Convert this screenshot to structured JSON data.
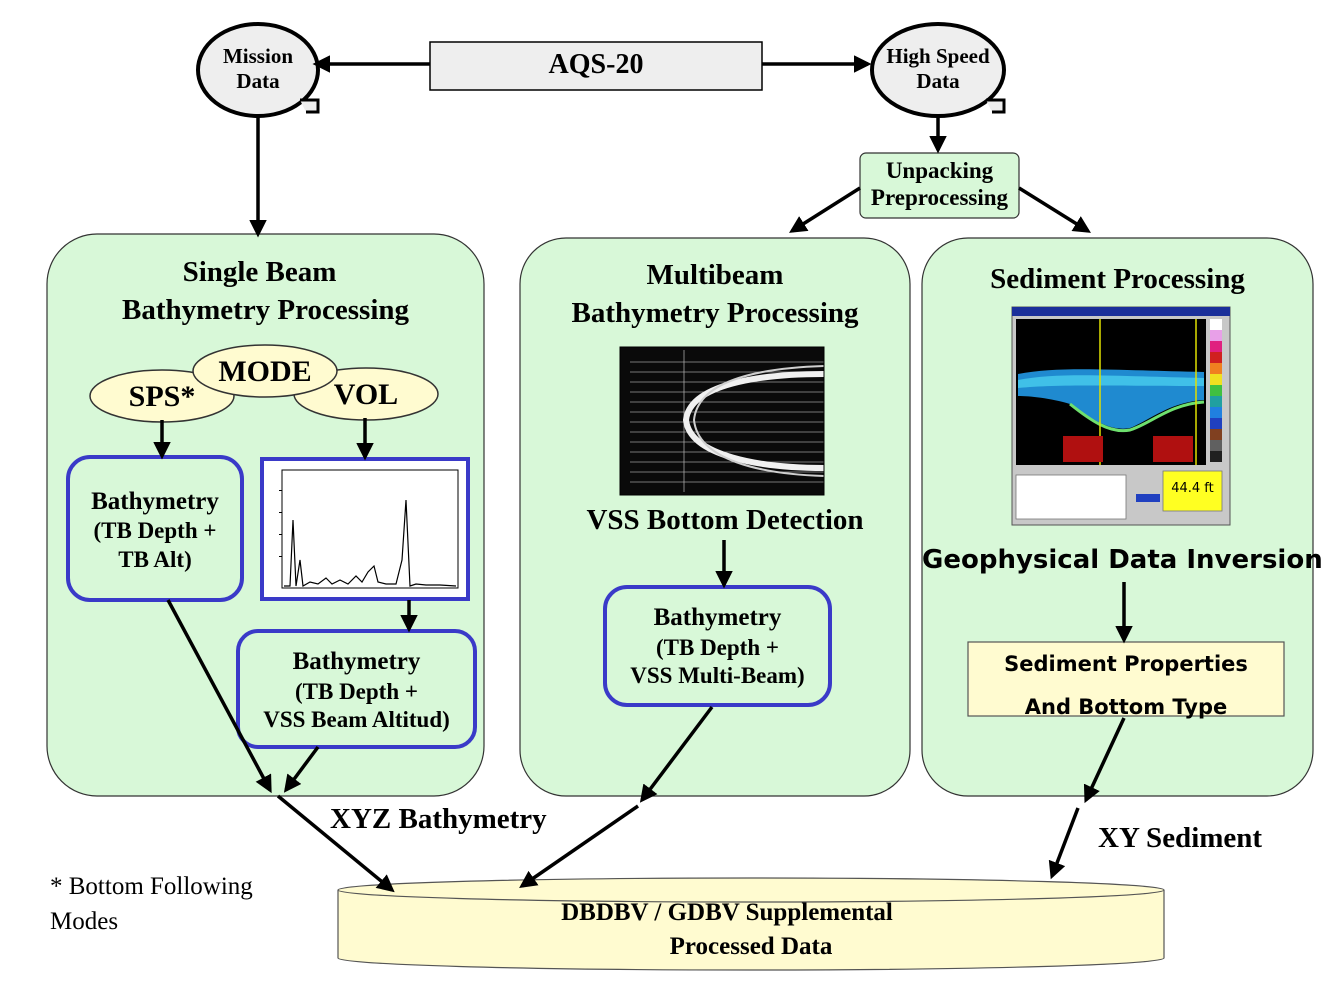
{
  "top": {
    "center_label": "AQS-20",
    "left_cloud": [
      "Mission",
      "Data"
    ],
    "right_cloud": [
      "High Speed",
      "Data"
    ],
    "unpacking": [
      "Unpacking",
      "Preprocessing"
    ]
  },
  "single_beam": {
    "title": [
      "Single Beam",
      "Bathymetry Processing"
    ],
    "mode": "MODE",
    "sps": "SPS*",
    "vol": "VOL",
    "box1": [
      "Bathymetry",
      "(TB Depth +",
      "TB Alt)"
    ],
    "box2": [
      "Bathymetry",
      "(TB Depth +",
      "VSS Beam Altitud)"
    ]
  },
  "multibeam": {
    "title": [
      "Multibeam",
      "Bathymetry Processing"
    ],
    "detection": "VSS Bottom Detection",
    "box": [
      "Bathymetry",
      "(TB Depth +",
      "VSS Multi-Beam)"
    ]
  },
  "sediment": {
    "title": "Sediment Processing",
    "inversion": "Geophysical Data Inversion",
    "props": [
      "Sediment Properties",
      "And Bottom Type"
    ],
    "screen_readout": "44.4 ft"
  },
  "outputs": {
    "xyz": "XYZ Bathymetry",
    "xy": "XY Sediment",
    "footnote": [
      "* Bottom Following",
      "Modes"
    ],
    "database": [
      "DBDBV / GDBV Supplemental",
      "Processed Data"
    ]
  },
  "colors": {
    "panel_fill": "#d8f8d8",
    "box_border": "#3a3ac8",
    "ellipse_fill": "#fffbd0",
    "db_fill": "#fffbd0",
    "props_fill": "#fffbd0",
    "top_box_fill": "#eeeeee"
  }
}
